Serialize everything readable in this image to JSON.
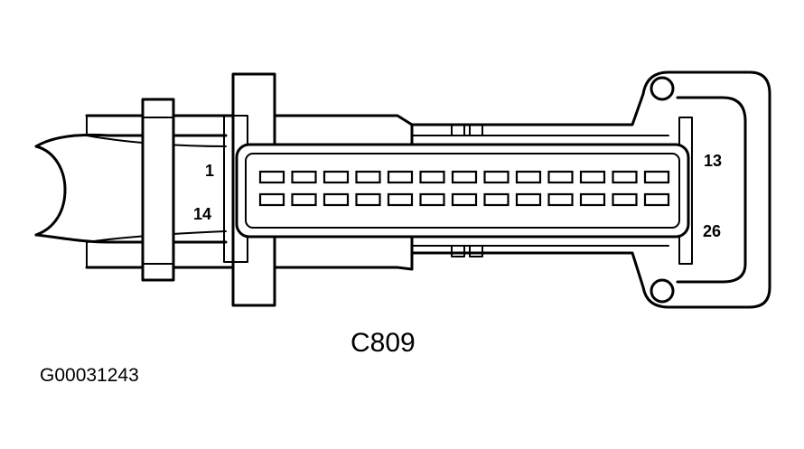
{
  "connector": {
    "name": "C809",
    "pins_per_row": 13,
    "rows": [
      {
        "first_pin": "1",
        "last_pin": "13"
      },
      {
        "first_pin": "14",
        "last_pin": "26"
      }
    ]
  },
  "figure_id": "G00031243"
}
